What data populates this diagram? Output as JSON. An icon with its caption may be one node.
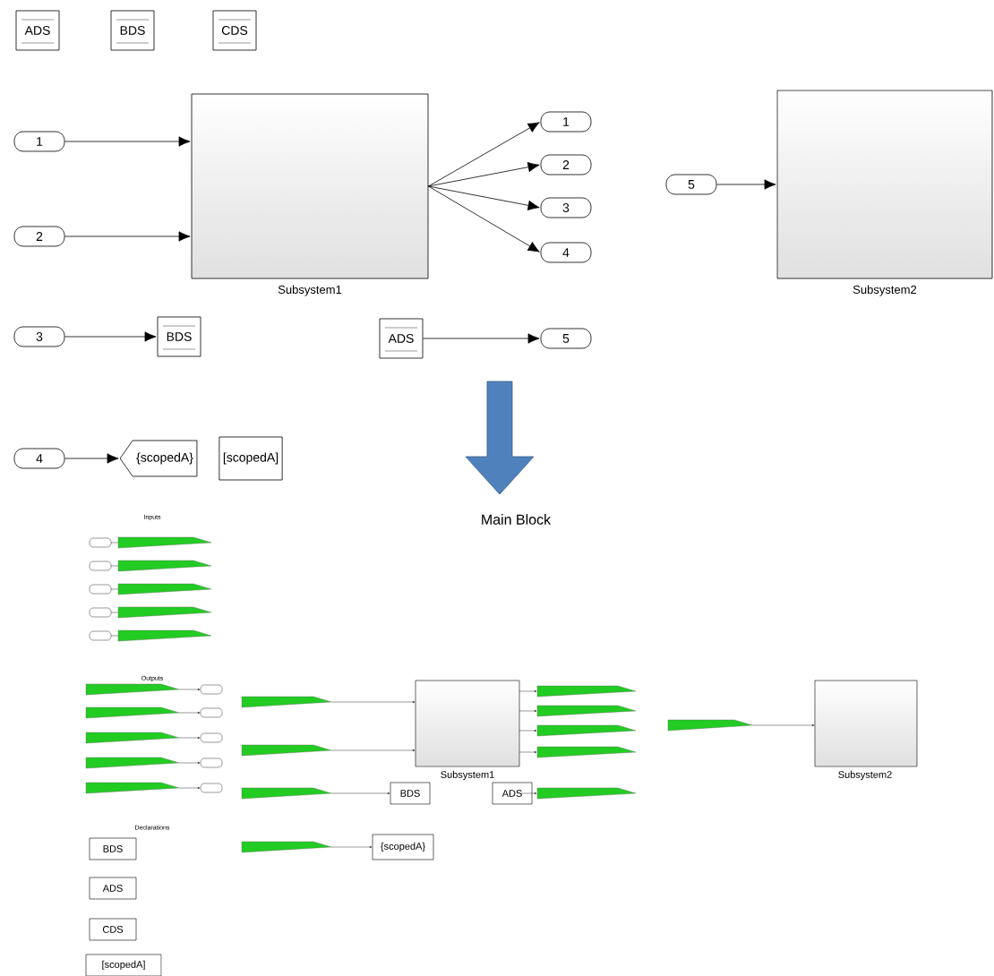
{
  "diagram": {
    "nodes": [
      {
        "text": [
          "ADS"
        ]
      },
      {
        "text": [
          "BDS"
        ]
      },
      {
        "text": [
          "CDS"
        ]
      },
      {
        "text": [
          "Subsystem1"
        ]
      },
      {
        "text": [
          "Subsystem2"
        ]
      },
      {
        "text": [
          "1"
        ]
      },
      {
        "text": [
          "2"
        ]
      },
      {
        "text": [
          "1"
        ]
      },
      {
        "text": [
          "2"
        ]
      },
      {
        "text": [
          "3"
        ]
      },
      {
        "text": [
          "4"
        ]
      },
      {
        "text": [
          "5"
        ]
      },
      {
        "text": [
          "3"
        ]
      },
      {
        "text": [
          "BDS"
        ]
      },
      {
        "text": [
          "ADS"
        ]
      },
      {
        "text": [
          "5"
        ]
      },
      {
        "text": [
          "4"
        ]
      },
      {
        "text": [
          "{scopedA}"
        ]
      },
      {
        "text": [
          "[scopedA]"
        ]
      }
    ],
    "edges": [
      {
        "from": 5,
        "to": 3,
        "arrow": "to"
      },
      {
        "from": 6,
        "to": 3,
        "arrow": "to"
      },
      {
        "from": 3,
        "to": 7,
        "arrow": "to"
      },
      {
        "from": 3,
        "to": 8,
        "arrow": "to"
      },
      {
        "from": 3,
        "to": 9,
        "arrow": "to"
      },
      {
        "from": 3,
        "to": 10,
        "arrow": "to"
      },
      {
        "from": 11,
        "to": 4,
        "arrow": "to"
      },
      {
        "from": 12,
        "to": 13,
        "arrow": "to"
      },
      {
        "from": 14,
        "to": 15,
        "arrow": "to"
      },
      {
        "from": 16,
        "to": 17,
        "arrow": "to"
      }
    ],
    "labels": [
      "Main Block",
      "Inputs",
      "Outputs",
      "Declarations",
      "BDS",
      "ADS",
      "CDS",
      "[scopedA]",
      "Subsystem1",
      "Subsystem2",
      "BDS",
      "ADS",
      "{scopedA}"
    ]
  }
}
